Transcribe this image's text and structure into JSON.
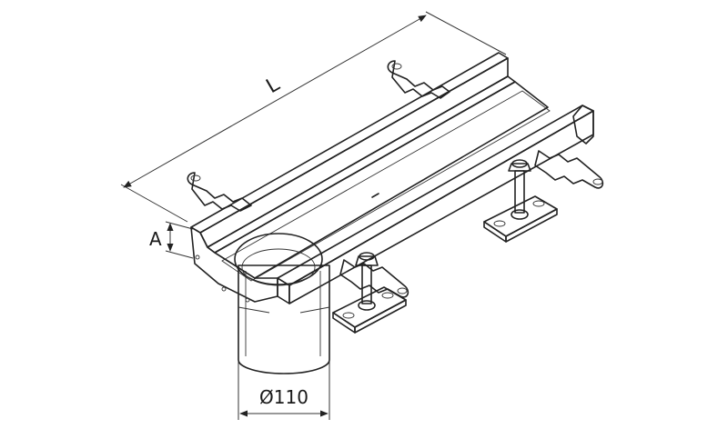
{
  "dimensions": {
    "length_label": "L",
    "height_label": "A",
    "diameter_label": "Ø110"
  },
  "colors": {
    "line": "#222222",
    "fill_light": "#f2f2f2",
    "fill_mid": "#d9d9d9",
    "fill_dark": "#9a9a9a"
  }
}
